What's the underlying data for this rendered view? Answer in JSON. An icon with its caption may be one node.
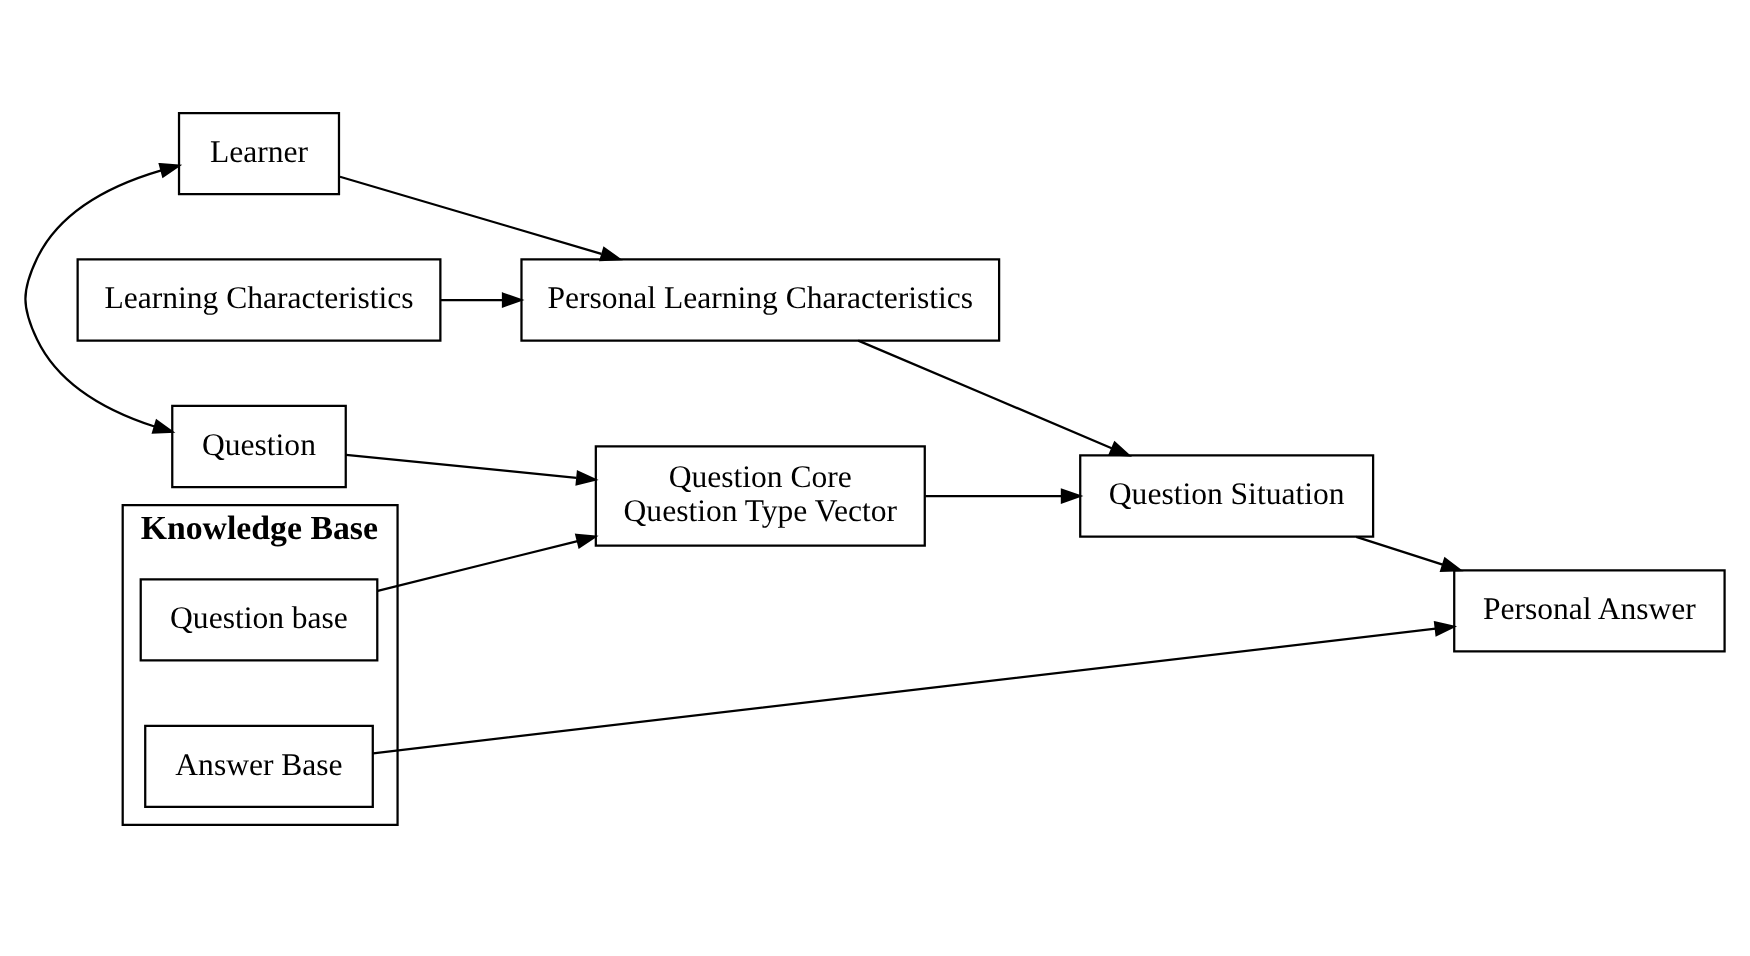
{
  "diagram": {
    "nodes": [
      {
        "text": [
          "Knowledge Base"
        ]
      },
      {
        "text": [
          "Question base"
        ],
        "in": 0
      },
      {
        "text": [
          "Answer Base"
        ],
        "in": 0
      },
      {
        "text": [
          "Question"
        ]
      },
      {
        "text": [
          "Question Core",
          "Question Type Vector"
        ]
      },
      {
        "text": [
          "Question Situation"
        ]
      },
      {
        "text": [
          "Personal Answer"
        ]
      },
      {
        "text": [
          "Learner"
        ]
      },
      {
        "text": [
          "Personal Learning Characteristics"
        ]
      },
      {
        "text": [
          "Learning Characteristics"
        ]
      }
    ],
    "edges": [
      {
        "from": 1,
        "to": 4,
        "arrow": "to"
      },
      {
        "from": 3,
        "to": 4,
        "arrow": "to"
      },
      {
        "from": 4,
        "to": 5,
        "arrow": "to"
      },
      {
        "from": 8,
        "to": 5,
        "arrow": "to"
      },
      {
        "from": 5,
        "to": 6,
        "arrow": "to"
      },
      {
        "from": 2,
        "to": 6,
        "arrow": "to"
      },
      {
        "from": 3,
        "to": 7,
        "arrow": "both"
      },
      {
        "from": 7,
        "to": 8,
        "arrow": "to"
      },
      {
        "from": 9,
        "to": 8,
        "arrow": "to"
      }
    ]
  }
}
